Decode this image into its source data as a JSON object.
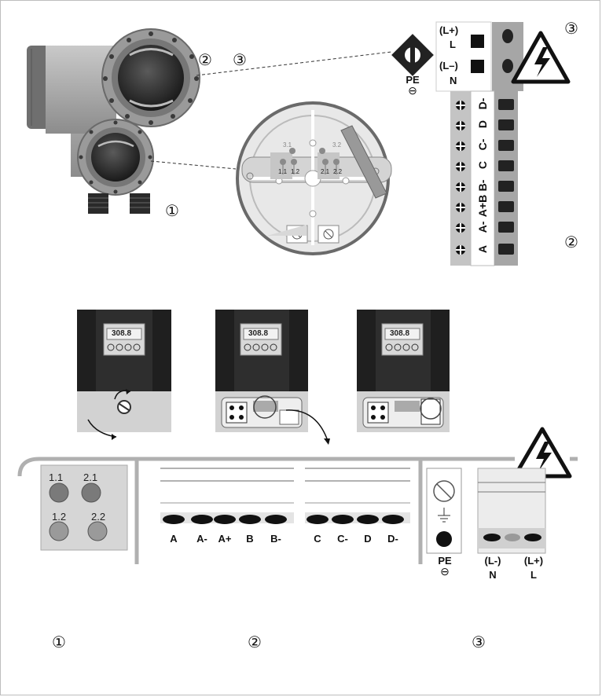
{
  "markers": {
    "one": "①",
    "two": "②",
    "three": "③"
  },
  "top": {
    "callout_23": [
      "②",
      "③"
    ],
    "pe_label": "PE",
    "ground_glyph": "⊖",
    "power_L_plus": "(L+)",
    "power_L": "L",
    "power_L_minus": "(L–)",
    "power_N": "N",
    "signal_terminals": [
      "D-",
      "D",
      "C-",
      "C",
      "B-",
      "A+B",
      "A-",
      "A"
    ],
    "pin_labels": [
      "3.1",
      "3.2",
      "1.1",
      "1.2",
      "2.1",
      "2.2"
    ]
  },
  "bottom": {
    "pins": [
      "1.1",
      "2.1",
      "1.2",
      "2.2"
    ],
    "terminals_left": [
      "A",
      "A-",
      "A+",
      "B",
      "B-"
    ],
    "terminals_right": [
      "C",
      "C-",
      "D",
      "D-"
    ],
    "pe_label": "PE",
    "ground_glyph": "⊖",
    "col_N_top": "(L-)",
    "col_N_bottom": "N",
    "col_L_top": "(L+)",
    "col_L_bottom": "L",
    "display_value": "308.8"
  },
  "colors": {
    "housing_gray": "#8a8a8a",
    "dark": "#1c1c1c",
    "warning_yellow": "#ffffff"
  }
}
